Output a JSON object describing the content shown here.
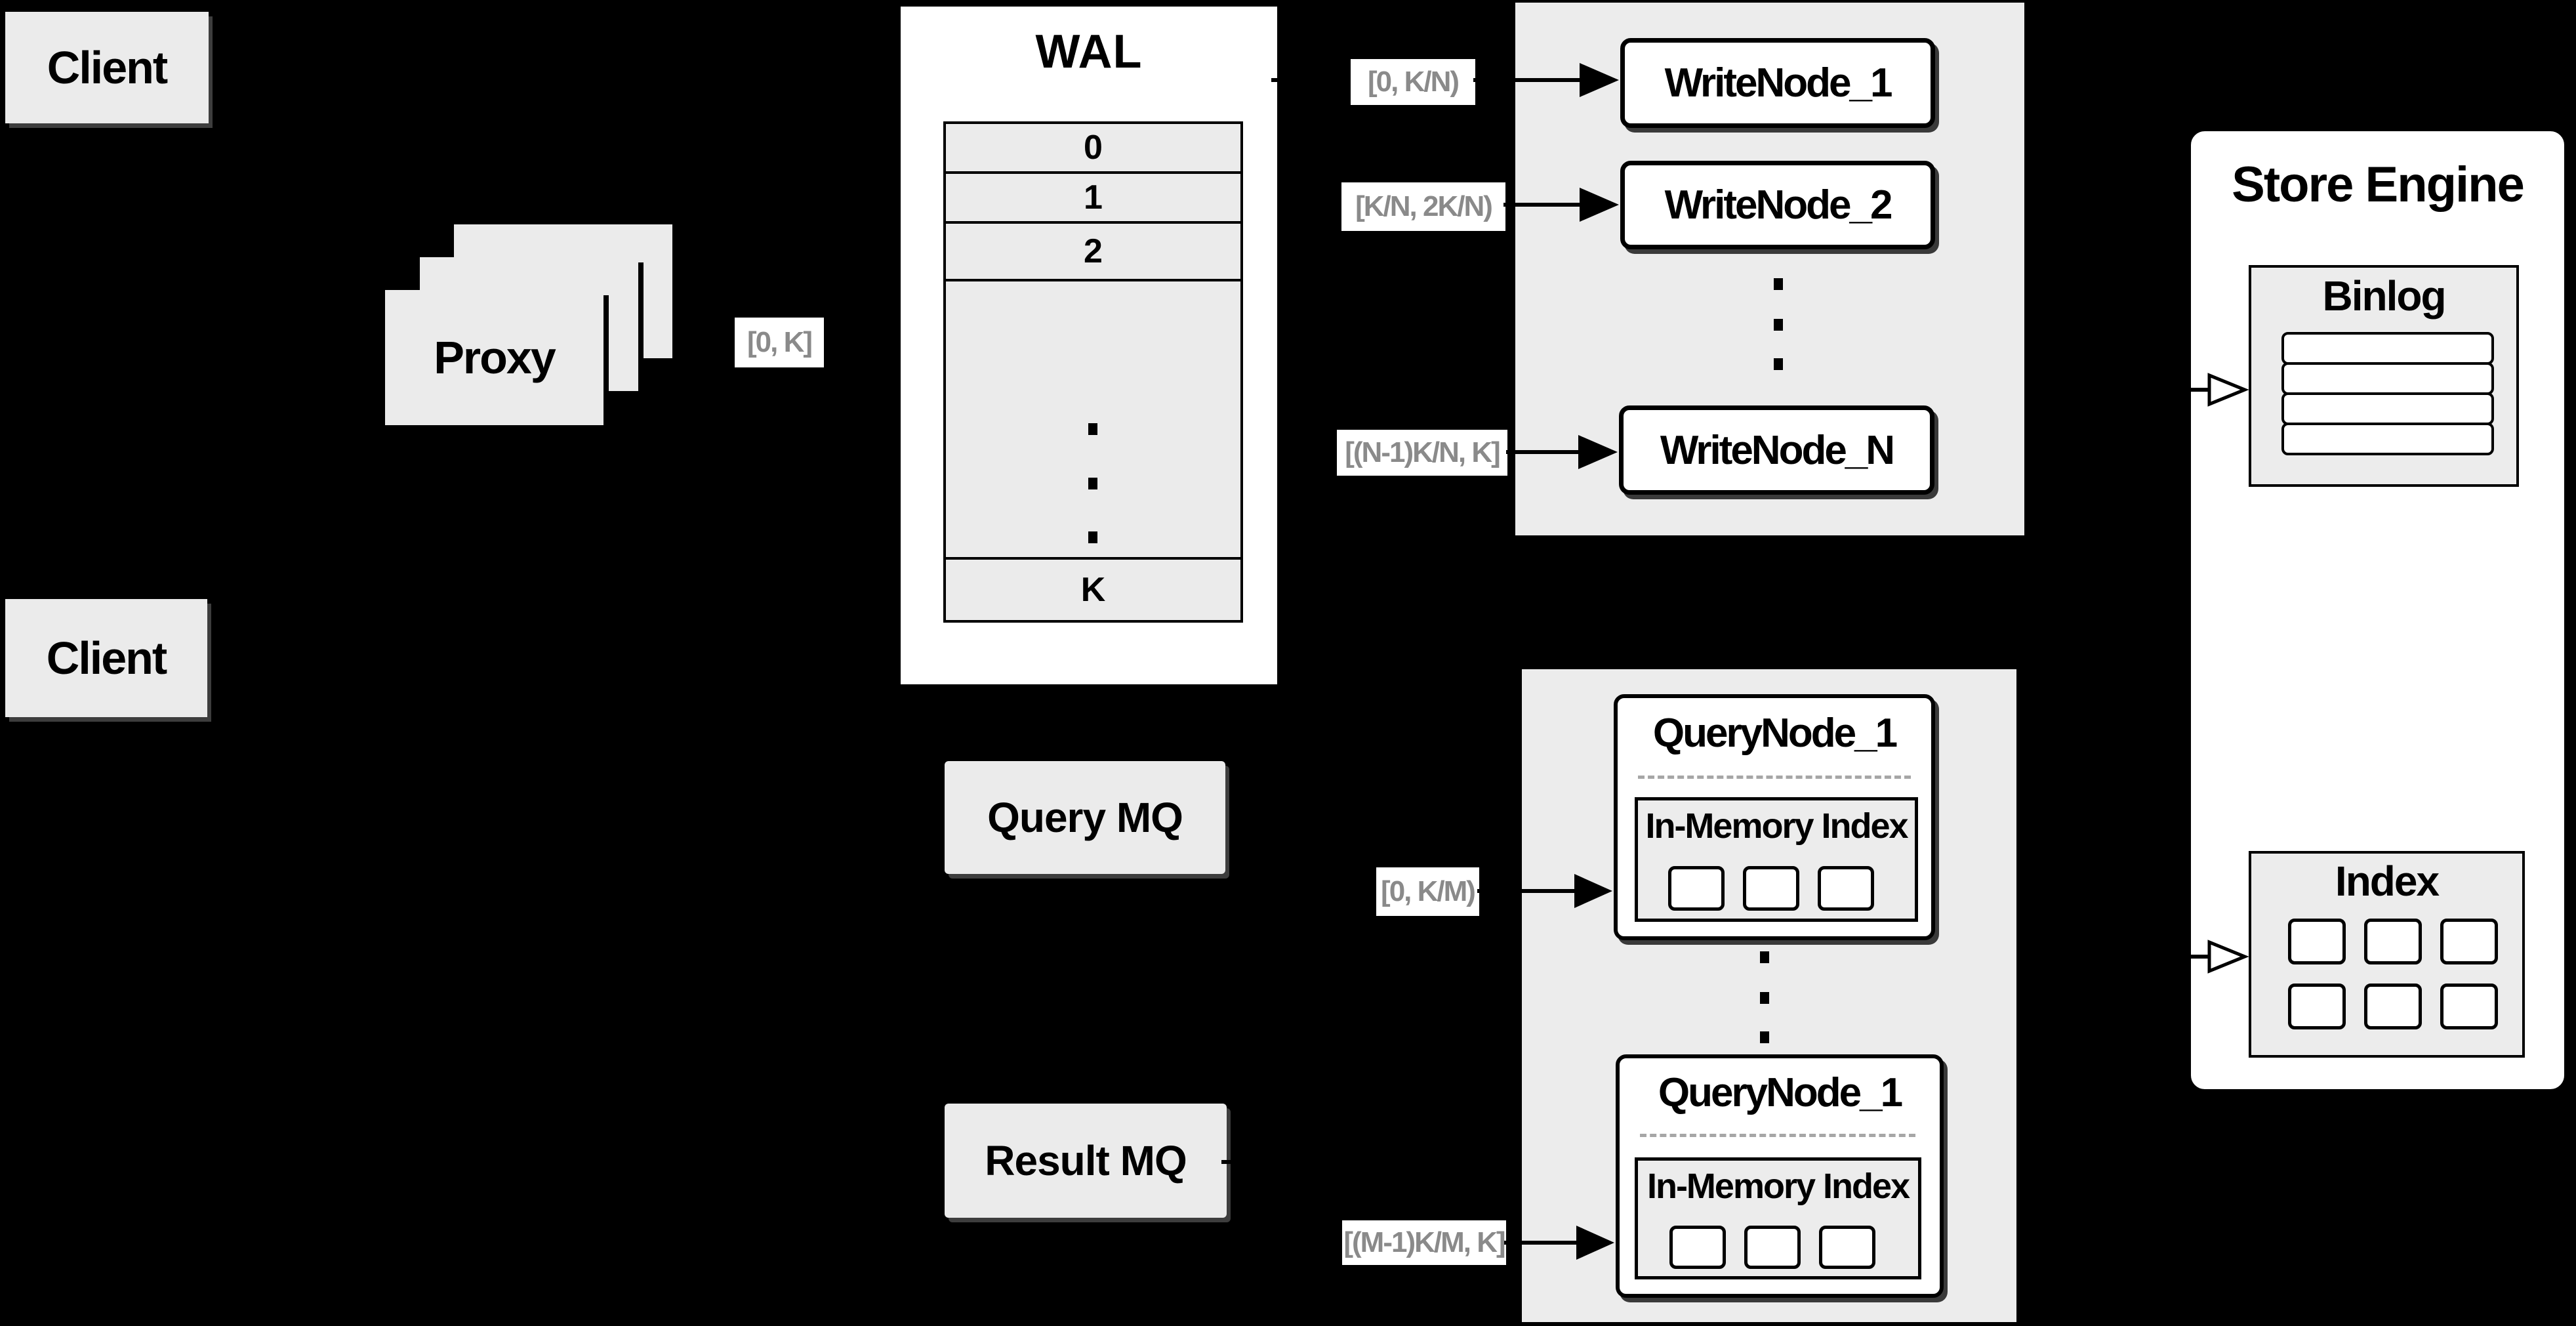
{
  "colors": {
    "background": "#000000",
    "surface_gray": "#ebebeb",
    "panel_gray": "#ececec",
    "line_black": "#000000",
    "label_text_gray": "#8a8a8a"
  },
  "clients": {
    "top_label": "Client",
    "bottom_label": "Client"
  },
  "proxy": {
    "label": "Proxy"
  },
  "range_labels": {
    "proxy_to_wal": "[0, K]",
    "wal_to_write_1": "[0, K/N)",
    "wal_to_write_2": "[K/N, 2K/N)",
    "wal_to_write_n": "[(N-1)K/N, K]",
    "mq_to_query_top": "[0, K/M)",
    "mq_to_query_bottom": "[(M-1)K/M, K]"
  },
  "wal": {
    "title": "WAL",
    "rows": [
      "0",
      "1",
      "2",
      "K"
    ]
  },
  "mq": {
    "query": "Query MQ",
    "result": "Result MQ"
  },
  "write_nodes": {
    "node_1": "WriteNode_1",
    "node_2": "WriteNode_2",
    "node_n": "WriteNode_N"
  },
  "query_nodes": {
    "node_top": "QueryNode_1",
    "node_bottom": "QueryNode_1",
    "in_memory_index": "In-Memory Index"
  },
  "store_engine": {
    "title": "Store Engine",
    "binlog_title": "Binlog",
    "index_title": "Index"
  },
  "icons": {
    "vertical_ellipsis": "vertical-ellipsis-icon",
    "solid_arrow": "arrow-right-icon",
    "open_arrow": "arrow-right-open-icon"
  }
}
